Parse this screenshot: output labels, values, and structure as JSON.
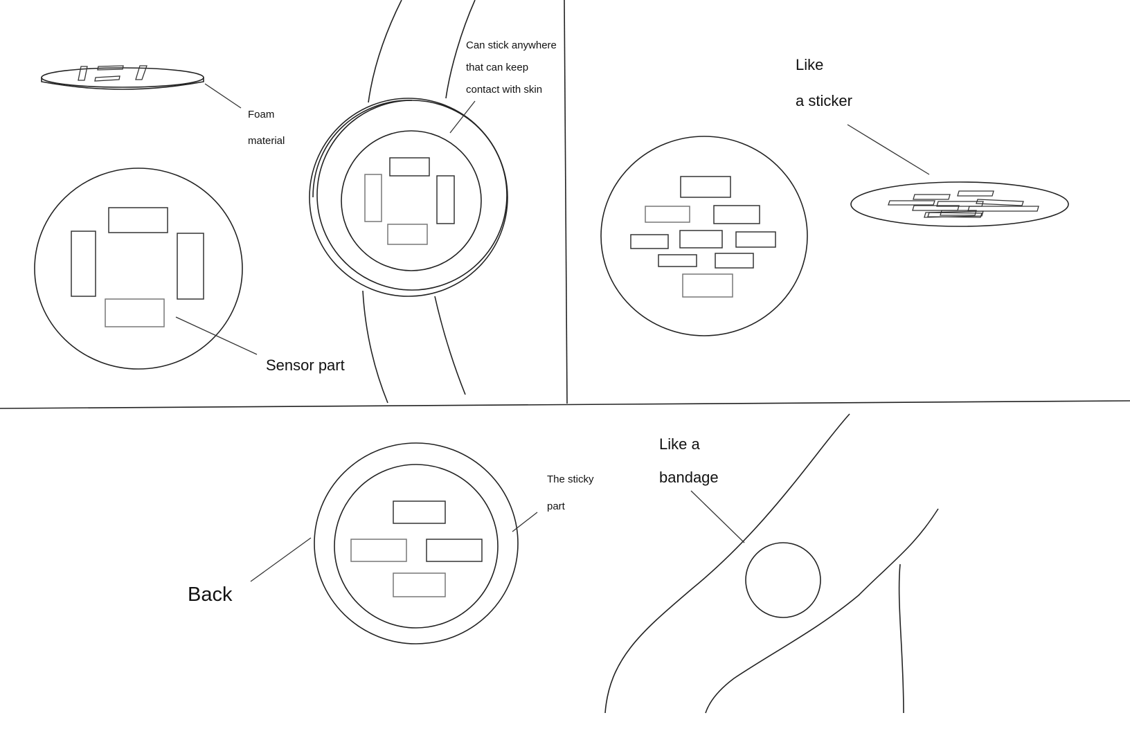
{
  "labels": {
    "foam_line1": "Foam",
    "foam_line2": "material",
    "stick_line1": "Can stick anywhere",
    "stick_line2": "that can keep",
    "stick_line3": "contact with skin",
    "sensor_part": "Sensor part",
    "sticker_line1": "Like",
    "sticker_line2": "a sticker",
    "sticky_line1": "The sticky",
    "sticky_line2": "part",
    "back": "Back",
    "bandage_line1": "Like a",
    "bandage_line2": "bandage"
  },
  "colors": {
    "stroke": "#222222",
    "text": "#111111",
    "background": "#ffffff"
  }
}
